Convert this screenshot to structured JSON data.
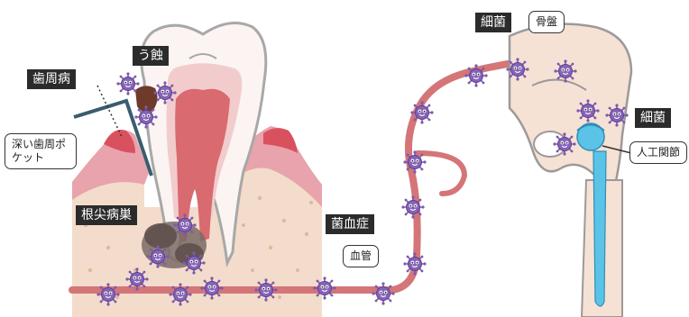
{
  "labels": {
    "cavity": "う蝕",
    "periodontal": "歯周病",
    "deep_pocket": "深い歯周ポケット",
    "periapical": "根尖病巣",
    "bacteremia": "菌血症",
    "blood_vessel": "血管",
    "bacteria_top": "細菌",
    "pelvis": "骨盤",
    "bacteria_right": "細菌",
    "artificial_joint": "人工関節"
  },
  "colors": {
    "vessel": "#d47578",
    "bone_tissue": "#f3dccb",
    "gum": "#e8a3ac",
    "gum_inflamed": "#d9515f",
    "pulp": "#d96a6f",
    "enamel": "#fbf4f2",
    "implant": "#5bc3e8",
    "bacteria": "#7d5ab0",
    "label_bg": "#2b2b2b"
  },
  "icons": [
    "bacteria-icon",
    "tooth-icon",
    "pelvis-icon",
    "artificial-joint-icon"
  ]
}
